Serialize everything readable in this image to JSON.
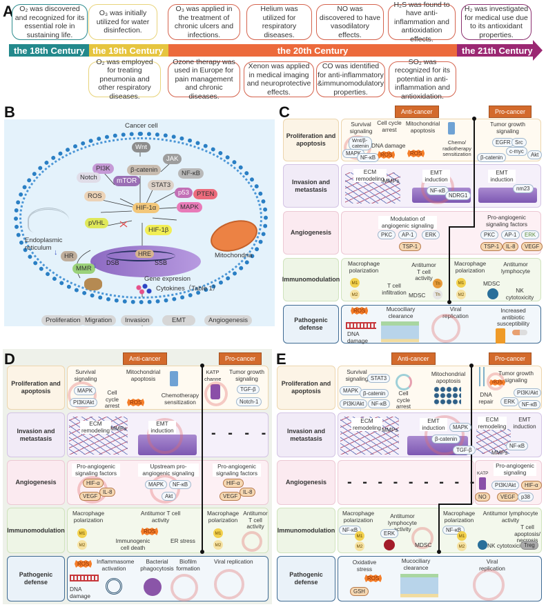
{
  "panels": {
    "A": "A",
    "B": "B",
    "C": "C",
    "D": "D",
    "E": "E"
  },
  "timeline": {
    "eras": [
      {
        "label": "the 18th Century",
        "color": "#23898c"
      },
      {
        "label": "the 19th Century",
        "color": "#e6c53f"
      },
      {
        "label": "the 20th Century",
        "color": "#ec6a3c"
      },
      {
        "label": "the 21th Century",
        "color": "#9b2872"
      }
    ],
    "top_events": [
      {
        "text": "O₂ was discovered and recognized for its essential role in sustaining life.",
        "era": "18th"
      },
      {
        "text": "O₃ was initially utilized for water disinfection.",
        "era": "19th"
      },
      {
        "text": "O₃ was applied in the treatment of chronic ulcers and infections.",
        "era": "20th"
      },
      {
        "text": "Helium was utilized for respiratory diseases.",
        "era": "20th"
      },
      {
        "text": "NO was discovered to have vasodilatory effects.",
        "era": "20th"
      },
      {
        "text": "H₂S was found to have anti-inflammation and antioxidation effects.",
        "era": "20th"
      },
      {
        "text": "H₂ was investigated for medical use due to its antioxidant properties.",
        "era": "21th"
      }
    ],
    "bottom_events": [
      {
        "text": "O₂ was employed for treating pneumonia and other respiratory diseases.",
        "era": "19th"
      },
      {
        "text": "Ozone therapy was used in Europe for pain management and chronic diseases.",
        "era": "20th"
      },
      {
        "text": "Xenon was applied in medical imaging and neuroprotective effects.",
        "era": "20th"
      },
      {
        "text": "CO was identified for anti-inflammatory &immunomodulatory properties.",
        "era": "20th"
      },
      {
        "text": "SO₂ was recognized for its potential in anti-inflammation and antioxidation.",
        "era": "20th"
      }
    ]
  },
  "cell": {
    "title": "Cancer cell",
    "nodes": {
      "wnt": "Wnt",
      "jak": "JAK",
      "pi3k": "PI3K",
      "bcat": "β-catenin",
      "stat3": "STAT3",
      "nfkb": "NF-κB",
      "notch": "Notch",
      "mtor": "mTOR",
      "ros": "ROS",
      "p53": "p53",
      "pten": "PTEN",
      "hif1a": "HIF-1α",
      "mapk": "MAPK",
      "pvhl": "pVHL",
      "hif1b": "HIF-1β",
      "hre": "HRE",
      "dsb": "DSB",
      "ssb": "SSB",
      "hr": "HR",
      "mmr": "MMR"
    },
    "organelles": {
      "er": "Endoplasmic reticulum",
      "mito": "Mitochondria"
    },
    "gene_expression": "Gene expresion",
    "cytokines": "Cytokines（Table 1）",
    "outcomes": [
      "Proliferation",
      "Migration",
      "Invasion",
      "EMT",
      "Angiogenesis"
    ]
  },
  "headers": {
    "anti": "Anti-cancer",
    "pro": "Pro-cancer"
  },
  "rows": [
    "Proliferation and apoptosis",
    "Invasion and metastasis",
    "Angiogenesis",
    "Immunomodulation",
    "Pathogenic defense"
  ],
  "C": {
    "prolif": {
      "survival": "Survival signaling",
      "wnt": "Wnt/β-catenin",
      "mapk": "MAPK",
      "nfkb": "NF-κB",
      "cellcycle": "Cell cycle arrest",
      "dna": "DNA damage",
      "ros": "ROS",
      "mito": "Mitochondrial apoptosis",
      "chemo": "Chemo/ radiotherapy sensitization",
      "tumor": "Tumor growth signaling",
      "egfr": "EGFR",
      "src": "Src",
      "cmyc": "c-myc",
      "bcat": "β-catenin",
      "akt": "Akt"
    },
    "invasion": {
      "ecm": "ECM remodeling",
      "mmps": "MMPs",
      "emt": "EMT induction",
      "nfkb": "NF-κB",
      "ndrg1": "NDRG1",
      "emt2": "EMT induction",
      "nm23": "nm23"
    },
    "angio": {
      "mod": "Modulation of angiogenic signaling",
      "pkc": "PKC",
      "ap1": "AP-1",
      "erk": "ERK",
      "tsp1": "TSP-1",
      "pro": "Pro-angiogenic signaling factors",
      "pkc2": "PKC",
      "ap12": "AP-1",
      "erk2": "ERK",
      "tsp12": "TSP-1",
      "il8": "IL-8",
      "vegf": "VEGF"
    },
    "immuno": {
      "macro": "Macrophage polarization",
      "m1": "M1",
      "m2": "M2",
      "tcell": "T cell infiltration",
      "anti": "Antitumor T cell activity",
      "mdsc": "MDSC",
      "th": "Th",
      "th2": "Th",
      "macro2": "Macrophage polarization",
      "lymph": "Antitumor lymphocyte",
      "mdsc2": "MDSC",
      "nk": "NK cytotoxicity",
      "m12": "M1",
      "m22": "M2"
    },
    "patho": {
      "ros": "ROS",
      "dna": "DNA damage",
      "muco": "Mucociliary clearance",
      "viral": "Viral replication",
      "abx": "Increased antibiotic susceptibility"
    }
  },
  "D": {
    "prolif": {
      "survival": "Survival signaling",
      "mapk": "MAPK",
      "pi3k": "PI3K/Akt",
      "cellcycle": "Cell cycle arrest",
      "mito": "Mitochondrial apoptosis",
      "ros": "ROS",
      "chemo": "Chemotherapy sensitization",
      "katp": "KATP channel",
      "tumor": "Tumor growth signaling",
      "tgfb": "TGF-β",
      "notch": "Notch-1"
    },
    "invasion": {
      "ecm": "ECM remodeling",
      "mmps": "MMPs",
      "emt": "EMT induction",
      "dashes": "- - - -"
    },
    "angio": {
      "pro": "Pro-angiogenic signaling factors",
      "hif": "HIF-α",
      "vegf": "VEGF",
      "il8": "IL-8",
      "up": "Upstream pro-angiogenic signaling",
      "mapk": "MAPK",
      "nfkb": "NF-κB",
      "akt": "Akt",
      "pro2": "Pro-angiogenic signaling factors",
      "hif2": "HIF-α",
      "vegf2": "VEGF",
      "il82": "IL-8"
    },
    "immuno": {
      "macro": "Macrophage polarization",
      "m1": "M1",
      "m2": "M2",
      "anti": "Antitumor T cell activity",
      "ros": "ROS",
      "icd": "Immunogenic cell death",
      "er": "ER stress",
      "macro2": "Macrophage polarization",
      "anti2": "Antitumor T cell activity",
      "m12": "M1",
      "m22": "M2"
    },
    "patho": {
      "ros": "ROS",
      "dna": "DNA damage",
      "inflam": "Inflammasome activation",
      "bact": "Bacterial phagocytosis",
      "bio": "Biofilm formation",
      "viral": "Viral replication"
    }
  },
  "E": {
    "prolif": {
      "survival": "Survival signaling",
      "stat3": "STAT3",
      "mapk": "MAPK",
      "bcat": "β-catenin",
      "pi3k": "PI3K/Akt",
      "nfkb": "NF-κB",
      "cellcycle": "Cell cycle arrest",
      "mito": "Mitochondrial apoptosis",
      "ros": "ROS",
      "dnarep": "DNA repair",
      "tumor": "Tumor growth signaling",
      "pi3k2": "PI3K/Akt",
      "erk": "ERK",
      "nfkb2": "NF-κB"
    },
    "invasion": {
      "ecm": "ECM remodeling",
      "mmps": "MMPs",
      "emt": "EMT induction",
      "mapk": "MAPK",
      "bcat": "β-catenin",
      "tgfb": "TGF-β",
      "ecm2": "ECM remodeling",
      "emt2": "EMT induction",
      "nfkb": "NF-κB",
      "mmps2": "MMPs"
    },
    "angio": {
      "dashes": "- - - - - - - - -",
      "katp": "KATP",
      "pro": "Pro-angiogenic signaling",
      "pi3k": "PI3K/Akt",
      "hif": "HIF-α",
      "no": "NO",
      "vegf": "VEGF",
      "p38": "p38"
    },
    "immuno": {
      "macro": "Macrophage polarization",
      "nfkb": "NF-κB",
      "m1": "M1",
      "m2": "M2",
      "lymph": "Antitumor lymphocyte activity",
      "erk": "ERK",
      "mdsc": "MDSC",
      "macro2": "Macrophage polarization",
      "nfkb2": "NF-κB",
      "m12": "M1",
      "m22": "M2",
      "lymph2": "Antitumor lymphocyte activity",
      "tcell": "T cell apoptosis/ necrosis",
      "nk": "NK cytotoxicity",
      "treg": "Treg"
    },
    "patho": {
      "ox": "Oxidative stress",
      "ros": "ROS",
      "gsh": "GSH",
      "muco": "Mucociliary clearance",
      "viral": "Viral replication"
    }
  }
}
